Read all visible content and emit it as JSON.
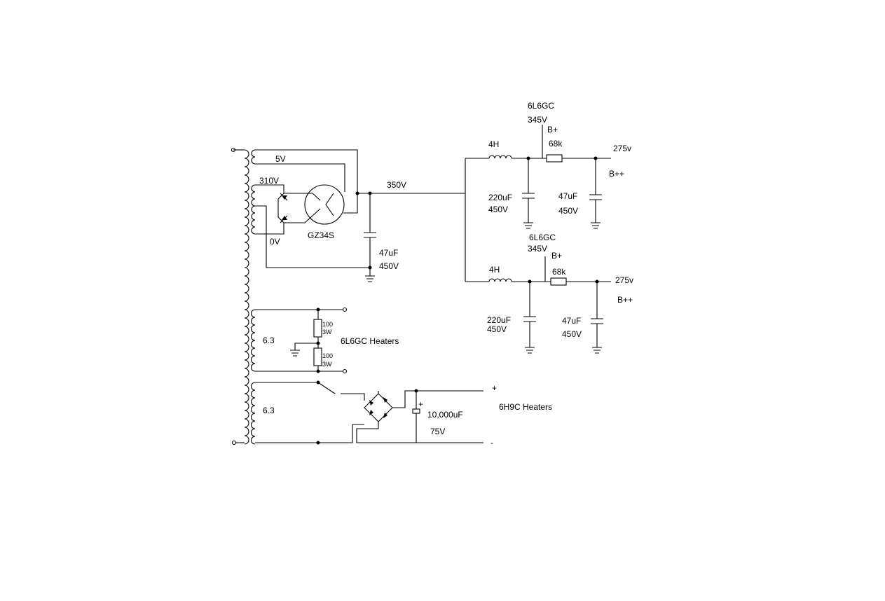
{
  "transformer": {
    "secondary_5v": "5V",
    "secondary_hv": "310V",
    "hv_common": "0V",
    "heater_winding_1": "6.3",
    "heater_winding_2": "6.3"
  },
  "rectifier": {
    "tube": "GZ34S",
    "output_voltage": "350V",
    "filter_cap_value": "47uF",
    "filter_cap_voltage": "450V"
  },
  "branches": [
    {
      "tube": "6L6GC",
      "tube_voltage": "345V",
      "node": "B+",
      "choke": "4H",
      "cap1_value": "220uF",
      "cap1_voltage": "450V",
      "resistor": "68k",
      "out_voltage": "275v",
      "out_node": "B++",
      "cap2_value": "47uF",
      "cap2_voltage": "450V"
    },
    {
      "tube": "6L6GC",
      "tube_voltage": "345V",
      "node": "B+",
      "choke": "4H",
      "cap1_value": "220uF",
      "cap1_voltage": "450V",
      "resistor": "68k",
      "out_voltage": "275v",
      "out_node": "B++",
      "cap2_value": "47uF",
      "cap2_voltage": "450V"
    }
  ],
  "heaters_6l6": {
    "label": "6L6GC Heaters",
    "r1_value": "100",
    "r1_power": "3W",
    "r2_value": "100",
    "r2_power": "3W"
  },
  "heaters_6h9": {
    "label": "6H9C Heaters",
    "cap_value": "10,000uF",
    "cap_voltage": "75V",
    "plus": "+",
    "minus": "-"
  }
}
